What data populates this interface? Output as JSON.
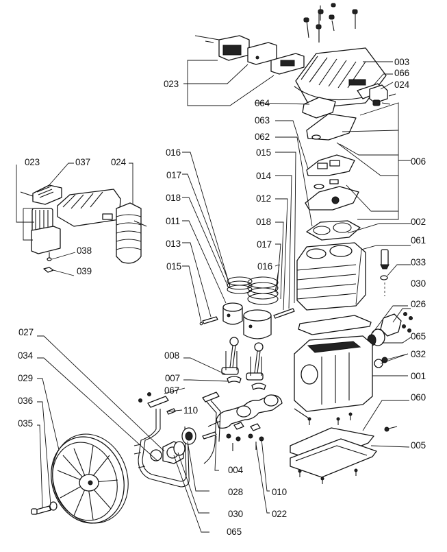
{
  "diagram": {
    "title": "Air compressor pump exploded parts diagram",
    "labels": {
      "p001": "001",
      "p002": "002",
      "p003": "003",
      "p004": "004",
      "p005": "005",
      "p006": "006",
      "p007": "007",
      "p008": "008",
      "p010": "010",
      "p011": "011",
      "p012": "012",
      "p013": "013",
      "p014": "014",
      "p015a": "015",
      "p015b": "015",
      "p016a": "016",
      "p016b": "016",
      "p017a": "017",
      "p017b": "017",
      "p018a": "018",
      "p018b": "018",
      "p022": "022",
      "p023a": "023",
      "p023b": "023",
      "p024a": "024",
      "p024b": "024",
      "p026": "026",
      "p027": "027",
      "p028": "028",
      "p029": "029",
      "p030a": "030",
      "p030b": "030",
      "p032": "032",
      "p033": "033",
      "p034": "034",
      "p035": "035",
      "p036": "036",
      "p037": "037",
      "p038": "038",
      "p039": "039",
      "p060": "060",
      "p061": "061",
      "p062": "062",
      "p063": "063",
      "p064": "064",
      "p065a": "065",
      "p065b": "065",
      "p066": "066",
      "p067": "067",
      "p110": "110"
    }
  }
}
